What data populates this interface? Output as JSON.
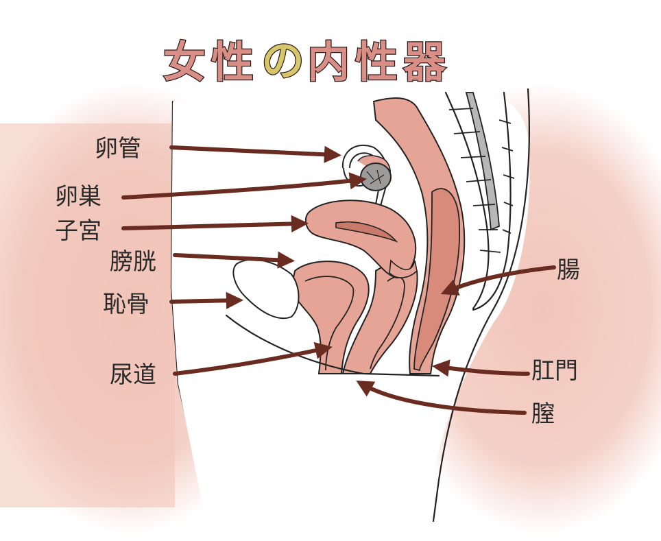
{
  "title": {
    "chars": [
      {
        "text": "女",
        "color": "#d98f86"
      },
      {
        "text": "性",
        "color": "#d98f86"
      },
      {
        "text": "の",
        "color": "#d8c66a"
      },
      {
        "text": "内",
        "color": "#d98f86"
      },
      {
        "text": "性",
        "color": "#d98f86"
      },
      {
        "text": "器",
        "color": "#d98f86"
      }
    ]
  },
  "labels": {
    "fallopian_tube": "卵管",
    "ovary": "卵巣",
    "uterus": "子宮",
    "bladder": "膀胱",
    "pubic_bone": "恥骨",
    "urethra": "尿道",
    "intestine": "腸",
    "anus": "肛門",
    "vagina": "膣"
  },
  "colors": {
    "background_blush": "#f1c2b6",
    "organ_fill": "#e6a496",
    "organ_fill_dark": "#d98b7b",
    "arrow": "#6a2c20",
    "ovary": "#9d9a9a",
    "spine_canal": "#b7b7b7"
  }
}
